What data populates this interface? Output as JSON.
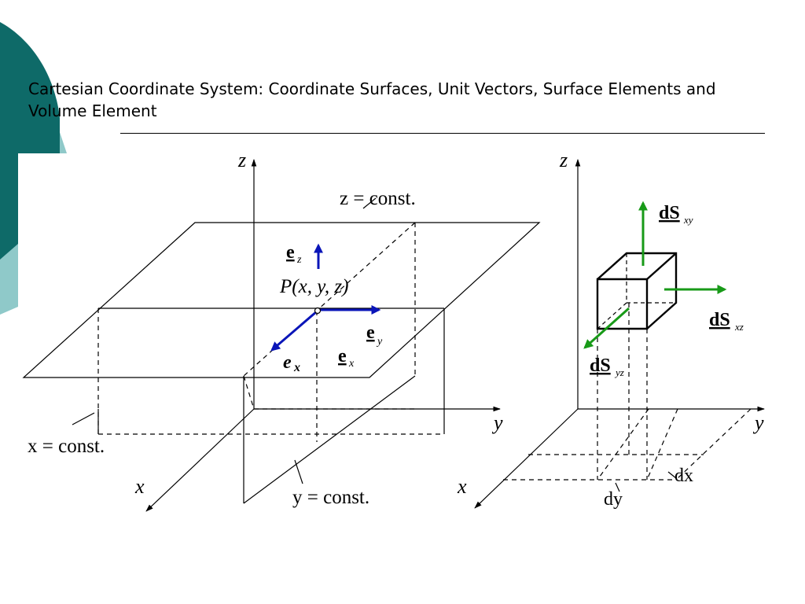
{
  "slide": {
    "title": "Cartesian Coordinate System: Coordinate Surfaces, Unit Vectors, Surface Elements and Volume Element"
  },
  "colors": {
    "teal_dark": "#0e6a68",
    "teal_light": "#8fc9c9",
    "unit_vector_blue": "#0a15b8",
    "surface_vector_green": "#189a18",
    "line": "#000000"
  },
  "left_diagram": {
    "axis_z": "z",
    "axis_y": "y",
    "axis_x": "x",
    "plane_z_label": "z = const.",
    "plane_x_label": "x = const.",
    "plane_y_label": "y = const.",
    "point_label": "P(x, y, z)",
    "unit_vector_z": {
      "base": "e",
      "sub": "z"
    },
    "unit_vector_y": {
      "base": "e",
      "sub": "y"
    },
    "unit_vector_x": {
      "base": "e",
      "sub": "x"
    },
    "unit_vector_x_bold": {
      "base": "e",
      "sub": "x"
    }
  },
  "right_diagram": {
    "axis_z": "z",
    "axis_y": "y",
    "axis_x": "x",
    "dS_xy": {
      "base": "dS",
      "sub": "xy"
    },
    "dS_xz": {
      "base": "dS",
      "sub": "xz"
    },
    "dS_yz": {
      "base": "dS",
      "sub": "yz"
    },
    "dx_label": "dx",
    "dy_label": "dy"
  }
}
